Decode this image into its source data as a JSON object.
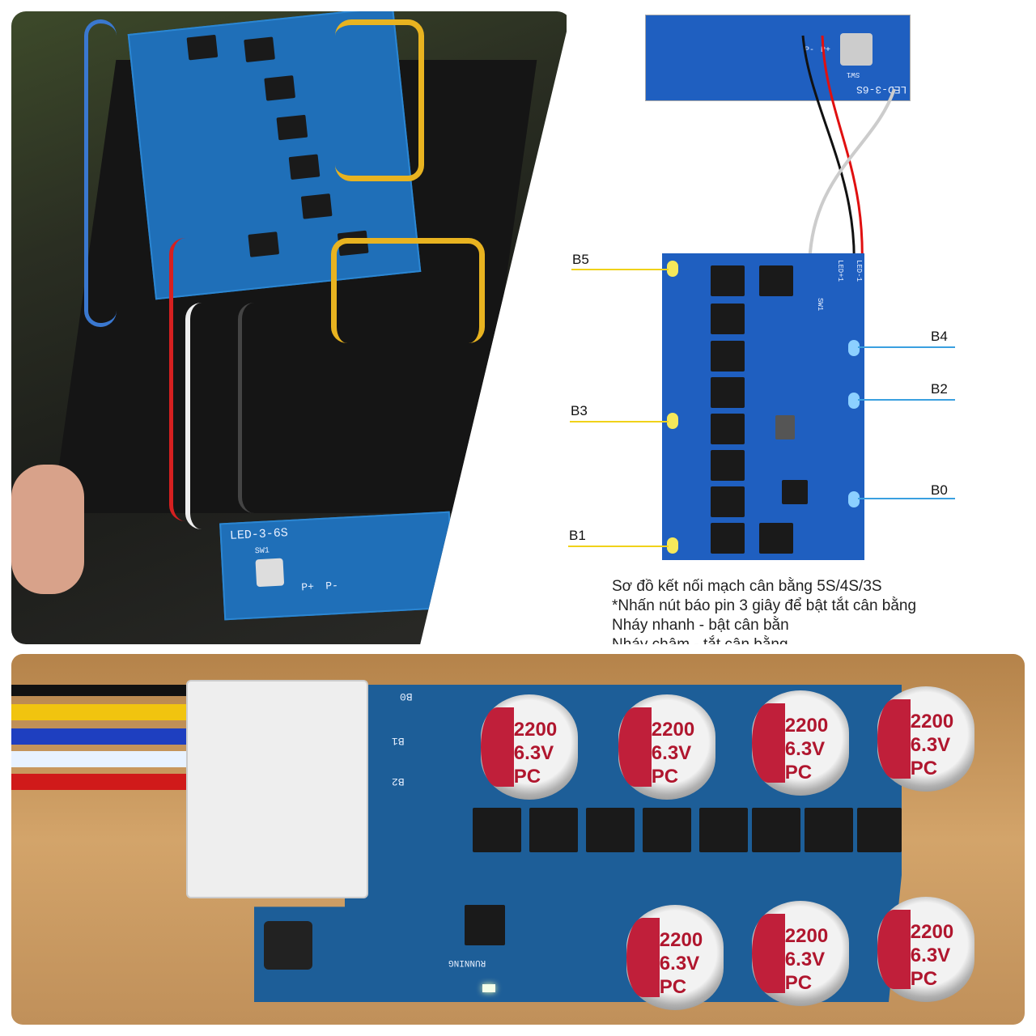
{
  "photo_top_left": {
    "board_label": "LED-3-6S",
    "button_label": "SW1",
    "pads": [
      "P+",
      "P-"
    ]
  },
  "diagram": {
    "top_board": {
      "label": "LED-3-6S",
      "button": "SW1",
      "pads": [
        "P-",
        "P+"
      ]
    },
    "main_board": {
      "pads": [
        "LED+1",
        "LED-1",
        "SW1"
      ]
    },
    "left_labels": [
      "B5",
      "B3",
      "B1"
    ],
    "right_labels": [
      "B4",
      "B2",
      "B0"
    ],
    "colors": {
      "left_lines": "#f0d21a",
      "right_lines": "#3aa0e0",
      "board": "#1f5fc0"
    },
    "notes": [
      "Sơ đồ kết nối mạch cân bằng 5S/4S/3S",
      "*Nhấn nút báo pin 3 giây để bật tắt cân bằng",
      "Nháy nhanh - bật cân bằn",
      "Nháy chậm - tắt cân bằng"
    ]
  },
  "photo_bottom": {
    "pin_labels": [
      "B0",
      "B1",
      "B2"
    ],
    "status_label": "RUNNING",
    "capacitors": [
      {
        "value": "2200",
        "voltage": "6.3V",
        "type": "PC"
      },
      {
        "value": "2200",
        "voltage": "6.3V",
        "type": "PC"
      },
      {
        "value": "2200",
        "voltage": "6.3V",
        "type": "PC"
      },
      {
        "value": "2200",
        "voltage": "6.3V",
        "type": "PC"
      },
      {
        "value": "2200",
        "voltage": "6.3V",
        "type": "PC"
      },
      {
        "value": "2200",
        "voltage": "6.3V",
        "type": "PC"
      },
      {
        "value": "2200",
        "voltage": "6.3V",
        "type": "PC"
      }
    ]
  }
}
